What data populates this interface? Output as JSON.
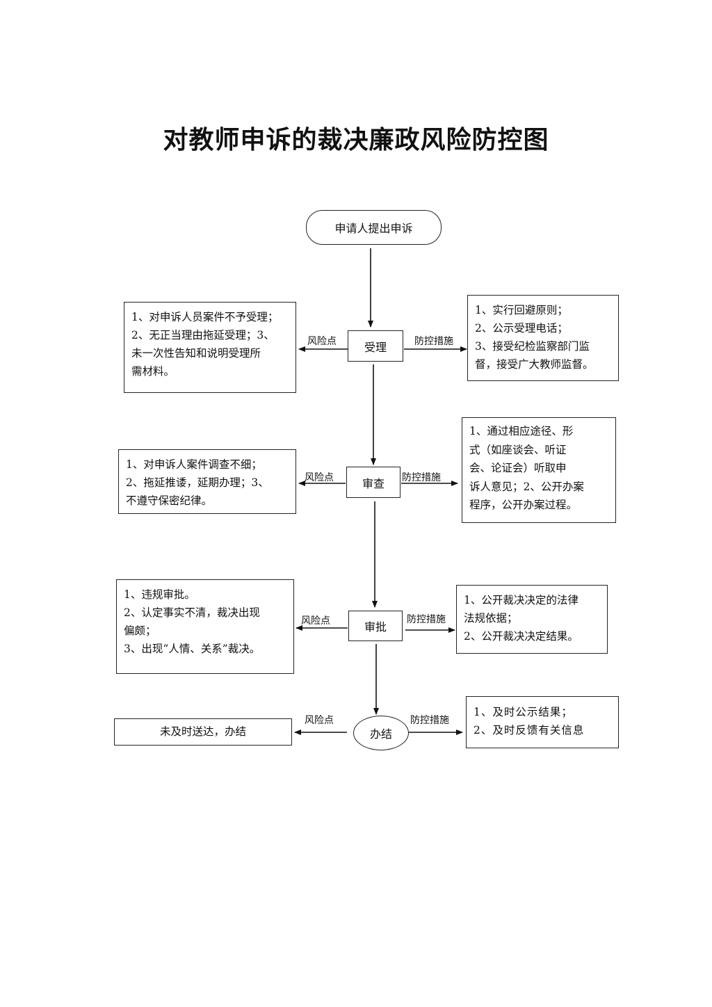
{
  "title": "对教师申诉的裁决廉政风险防控图",
  "start": "申请人提出申诉",
  "risk_label": "风险点",
  "control_label": "防控措施",
  "steps": [
    {
      "name": "受理",
      "risks": [
        "1、对申诉人员案件不予受理；",
        "2、无正当理由拖延受理；3、",
        "未一次性告知和说明受理所",
        "需材料。"
      ],
      "controls": [
        "1、实行回避原则；",
        "2、公示受理电话；",
        "3、接受纪检监察部门监",
        "督，接受广大教师监督。"
      ]
    },
    {
      "name": "审查",
      "risks": [
        "1、对申诉人案件调查不细；",
        "2、拖延推诿，延期办理；3、",
        "不遵守保密纪律。"
      ],
      "controls": [
        "1、通过相应途径、形",
        "式（如座谈会、听证",
        "会、论证会）听取申",
        "诉人意见；2、公开办案",
        "程序，公开办案过程。"
      ]
    },
    {
      "name": "审批",
      "risks": [
        "1、违规审批。",
        "2、认定事实不清，裁决出现",
        "偏颇；",
        "3、出现“人情、关系”裁决。"
      ],
      "controls": [
        "1、公开裁决决定的法律",
        "法规依据；",
        "2、公开裁决决定结果。"
      ]
    },
    {
      "name": "办结",
      "risks": [
        "未及时送达，办结"
      ],
      "controls": [
        "1、及时公示结果；",
        "2、及时反馈有关信息"
      ]
    }
  ]
}
